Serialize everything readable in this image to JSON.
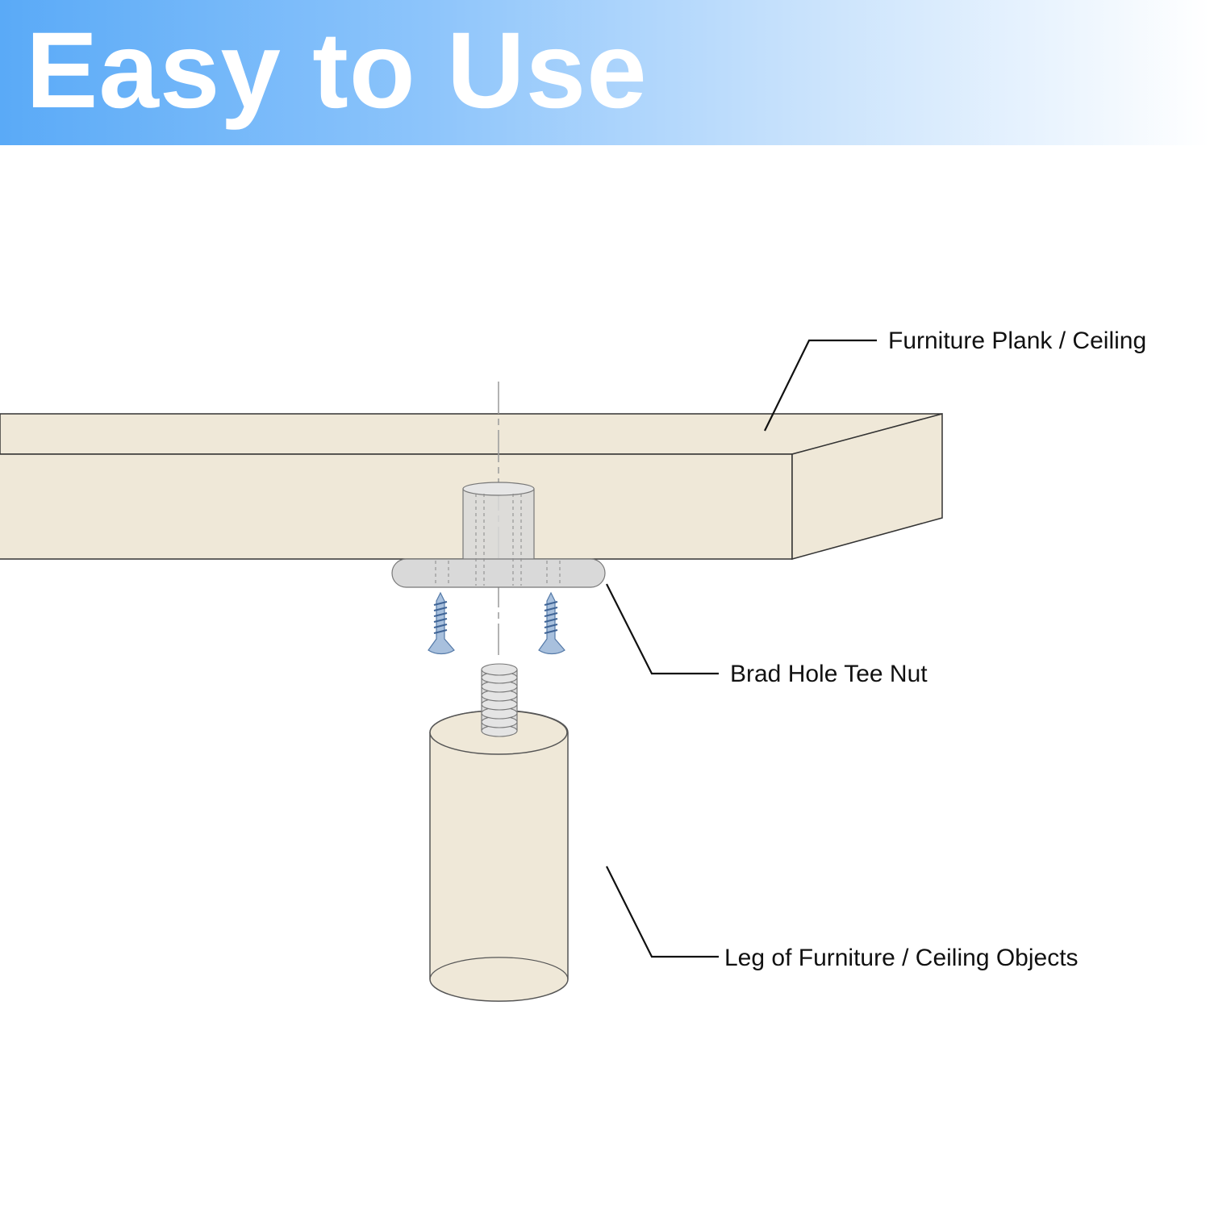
{
  "banner": {
    "title": "Easy to Use"
  },
  "labels": {
    "plank": "Furniture Plank / Ceiling",
    "tee_nut": "Brad Hole Tee Nut",
    "leg": "Leg of Furniture / Ceiling Objects"
  },
  "colors": {
    "wood": "#efe8d8",
    "metal": "#d6d6d6",
    "outline": "#333333",
    "screw": "#7f9ec4",
    "banner_start": "#5aaaf7"
  }
}
